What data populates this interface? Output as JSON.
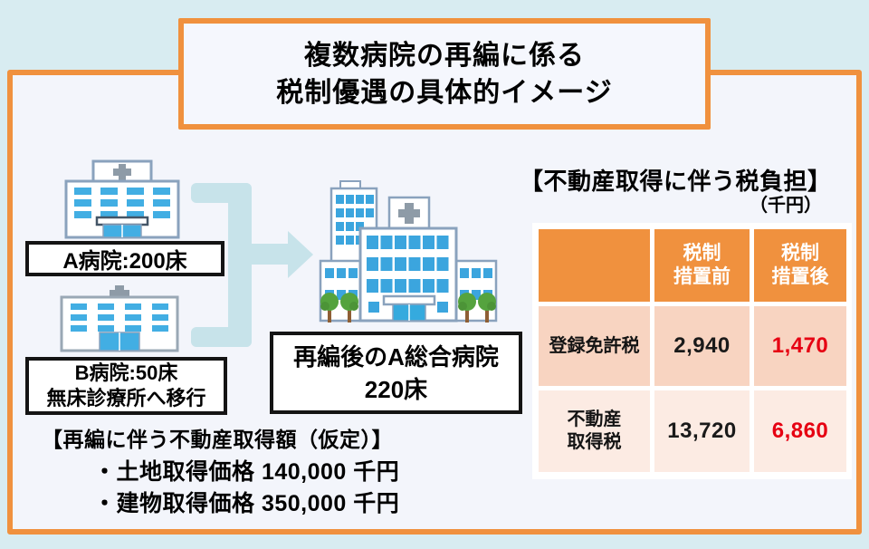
{
  "title": {
    "line1": "複数病院の再編に係る",
    "line2": "税制優遇の具体的イメージ"
  },
  "diagram": {
    "hospital_a": {
      "label": "A病院:200床"
    },
    "hospital_b": {
      "label_line1": "B病院:50床",
      "label_line2": "無床診療所へ移行"
    },
    "merged_hospital": {
      "label_line1": "再編後のA総合病院",
      "label_line2": "220床"
    },
    "icons": {
      "hospital_a": "small-hospital-illustration",
      "hospital_b": "small-hospital-illustration",
      "merged_hospital": "large-hospital-illustration",
      "merge_arrow": "bracket-merge-right-arrow"
    }
  },
  "assumption": {
    "heading": "【再編に伴う不動産取得額（仮定）】",
    "items": [
      "・土地取得価格  140,000 千円",
      "・建物取得価格  350,000 千円"
    ]
  },
  "tax_table": {
    "heading": "【不動産取得に伴う税負担】",
    "unit": "（千円）",
    "columns": {
      "before_line1": "税制",
      "before_line2": "措置前",
      "after_line1": "税制",
      "after_line2": "措置後"
    },
    "rows": [
      {
        "label": "登録免許税",
        "before": "2,940",
        "after": "1,470"
      },
      {
        "label_line1": "不動産",
        "label_line2": "取得税",
        "before": "13,720",
        "after": "6,860"
      }
    ]
  },
  "colors": {
    "accent_orange": "#f0913e",
    "page_background": "#d8ecf1",
    "frame_fill": "#f3f5fb",
    "table_row1": "#f8d4c1",
    "table_row2": "#fcebe3",
    "highlight_red": "#e60012",
    "arrow_blue": "#c7e3ea",
    "window_blue": "#42aee3"
  }
}
